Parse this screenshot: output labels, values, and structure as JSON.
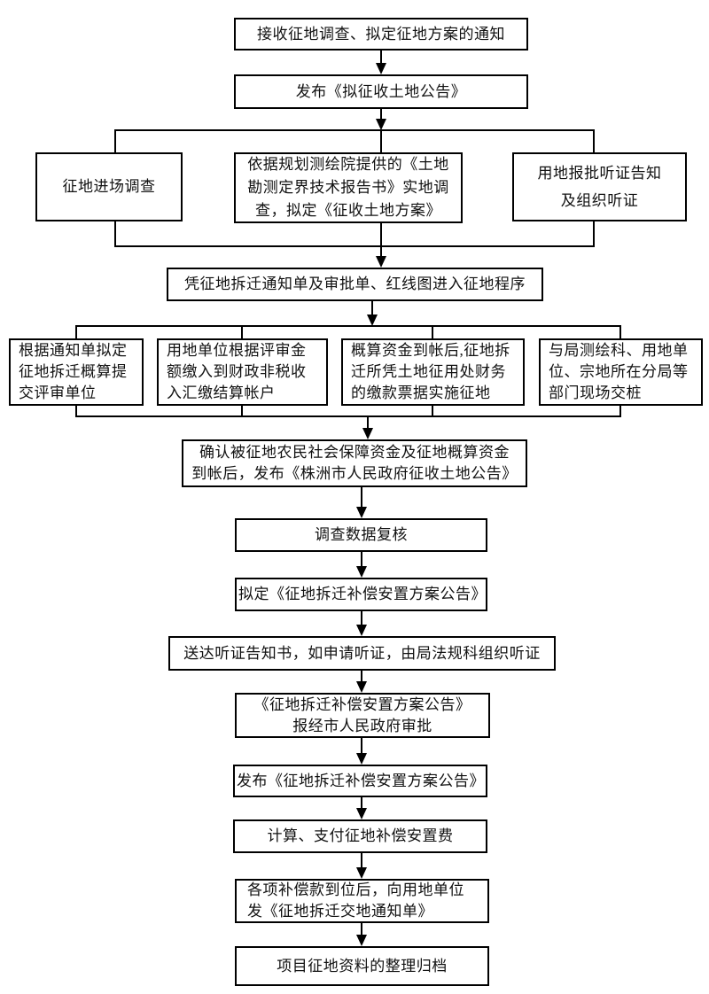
{
  "page": {
    "colors": {
      "background": "#ffffff",
      "box_border": "#000000",
      "text": "#111111",
      "connector": "#000000"
    }
  },
  "flowchart": {
    "nodes": {
      "receive_notice": {
        "label": "接收征地调查、拟定征地方案的通知"
      },
      "publish_draft": {
        "label": "发布《拟征收土地公告》"
      },
      "site_survey": {
        "label": "征地进场调查"
      },
      "survey_plan": {
        "label": "依据规划测绘院提供的《土地\n勘测定界技术报告书》实地调\n查，拟定《征收土地方案》"
      },
      "hearing_notice": {
        "label": "用地报批听证告知\n及组织听证"
      },
      "enter_procedure": {
        "label": "凭征地拆迁通知单及审批单、红线图进入征地程序"
      },
      "draft_budget": {
        "label": "根据通知单拟定\n征地拆迁概算提\n交评审单位"
      },
      "pay_treasury": {
        "label": "用地单位根据评审金\n额缴入到财政非税收\n入汇缴结算帐户"
      },
      "implement_levy": {
        "label": "概算资金到帐后,征地拆\n迁所凭土地征用处财务\n的缴款票据实施征地"
      },
      "stake_handover": {
        "label": "与局测绘科、用地单\n位、宗地所在分局等\n部门现场交桩"
      },
      "confirm_funds": {
        "label": "确认被征地农民社会保障资金及征地概算资金\n到帐后，发布《株洲市人民政府征收土地公告》"
      },
      "data_review": {
        "label": "调查数据复核"
      },
      "draft_plan_notice": {
        "label": "拟定《征地拆迁补偿安置方案公告》"
      },
      "hearing_delivery": {
        "label": "送达听证告知书，如申请听证，由局法规科组织听证"
      },
      "plan_approval": {
        "label": "《征地拆迁补偿安置方案公告》\n报经市人民政府审批"
      },
      "publish_plan": {
        "label": "发布《征地拆迁补偿安置方案公告》"
      },
      "pay_compensation": {
        "label": "计算、支付征地补偿安置费"
      },
      "handover_notice": {
        "label": "各项补偿款到位后，向用地单位\n发《征地拆迁交地通知单》"
      },
      "archive_files": {
        "label": "项目征地资料的整理归档"
      }
    }
  }
}
